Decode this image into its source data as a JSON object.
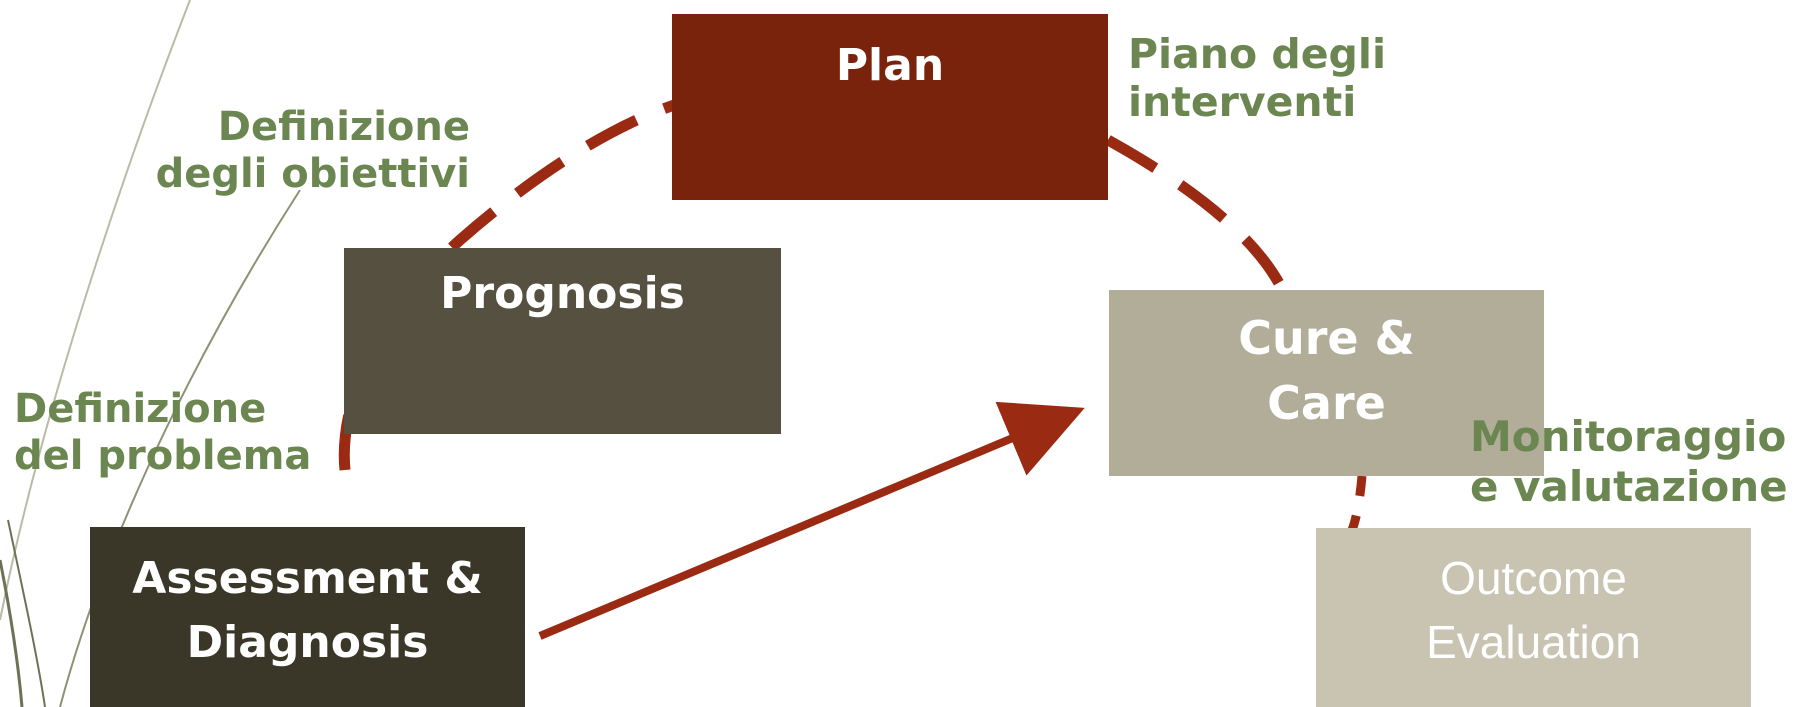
{
  "boxes": {
    "plan": "Plan",
    "prognosis": "Prognosis",
    "cure": {
      "line1": "Cure &",
      "line2": "Care"
    },
    "assessment": {
      "line1": "Assessment &",
      "line2": "Diagnosis"
    },
    "outcome": {
      "line1": "Outcome",
      "line2": "Evaluation"
    }
  },
  "labels": {
    "definizione_obiettivi": {
      "line1": "Definizione",
      "line2": "degli obiettivi"
    },
    "piano_interventi": {
      "line1": "Piano degli",
      "line2": "interventi"
    },
    "definizione_problema": {
      "line1": "Definizione",
      "line2": "del problema"
    },
    "monitoraggio": {
      "line1": "Monitoraggio",
      "line2": "e valutazione"
    }
  },
  "colors": {
    "plan": "#7a230c",
    "prognosis": "#555040",
    "cure": "#b1ad99",
    "assessment": "#3a3728",
    "outcome": "#c9c4b2",
    "connector": "#9a2a12",
    "label_text": "#6b8650"
  }
}
